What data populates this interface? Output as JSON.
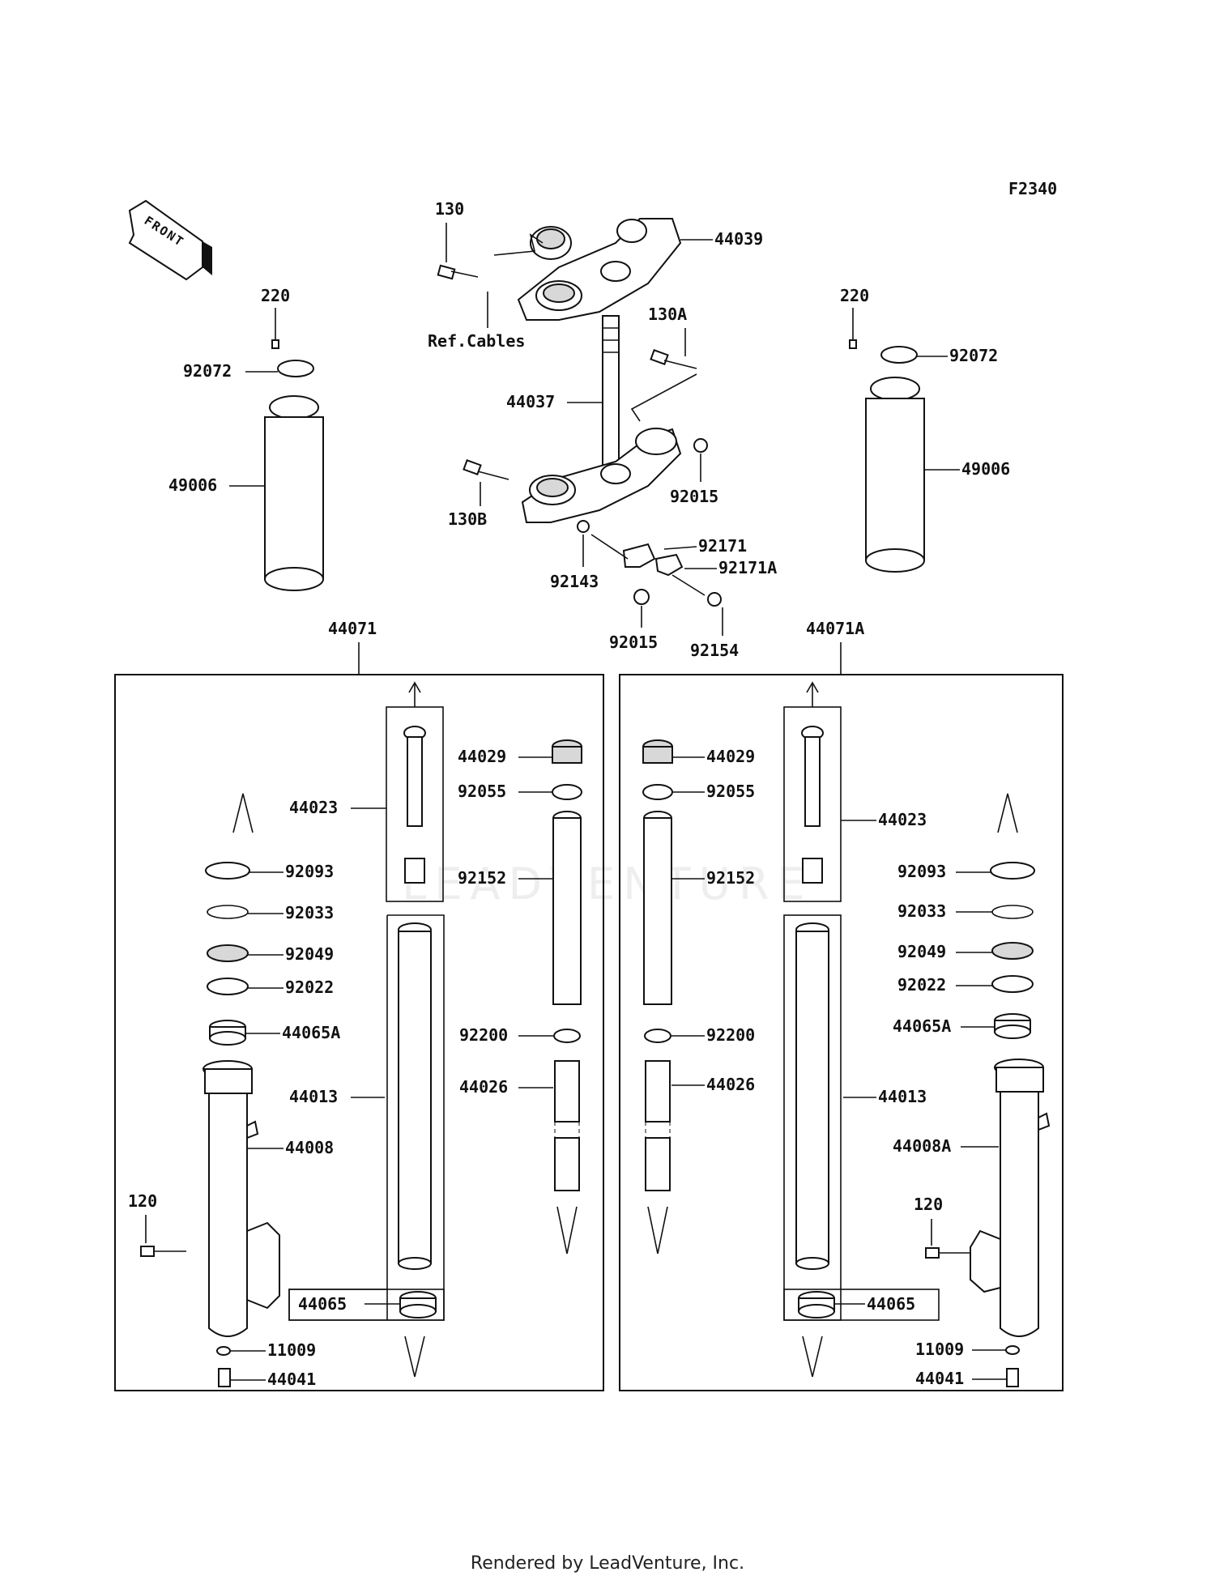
{
  "diagram_code": "F2340",
  "direction_label": "FRONT",
  "watermark": "LEADVENTURE",
  "footer": "Rendered by LeadVenture, Inc.",
  "labels": {
    "p130": "130",
    "p44039": "44039",
    "ref_cables": "Ref.Cables",
    "p130A": "130A",
    "p44037": "44037",
    "p92015_a": "92015",
    "p130B": "130B",
    "p92171": "92171",
    "p92171A": "92171A",
    "p92143": "92143",
    "p92015_b": "92015",
    "p92154": "92154",
    "p220_l": "220",
    "p92072_l": "92072",
    "p49006_l": "49006",
    "p220_r": "220",
    "p92072_r": "92072",
    "p49006_r": "49006",
    "p44071": "44071",
    "p44071A": "44071A",
    "l_44029": "44029",
    "l_92055": "92055",
    "l_44023": "44023",
    "l_92152": "92152",
    "l_92093": "92093",
    "l_92033": "92033",
    "l_92049": "92049",
    "l_92022": "92022",
    "l_44065A": "44065A",
    "l_92200": "92200",
    "l_44026": "44026",
    "l_44013": "44013",
    "l_44008": "44008",
    "l_120": "120",
    "l_44065": "44065",
    "l_11009": "11009",
    "l_44041": "44041",
    "r_44029": "44029",
    "r_92055": "92055",
    "r_44023": "44023",
    "r_92152": "92152",
    "r_92093": "92093",
    "r_92033": "92033",
    "r_92049": "92049",
    "r_92022": "92022",
    "r_44065A": "44065A",
    "r_92200": "92200",
    "r_44026": "44026",
    "r_44013": "44013",
    "r_44008A": "44008A",
    "r_120": "120",
    "r_44065": "44065",
    "r_11009": "11009",
    "r_44041": "44041"
  }
}
